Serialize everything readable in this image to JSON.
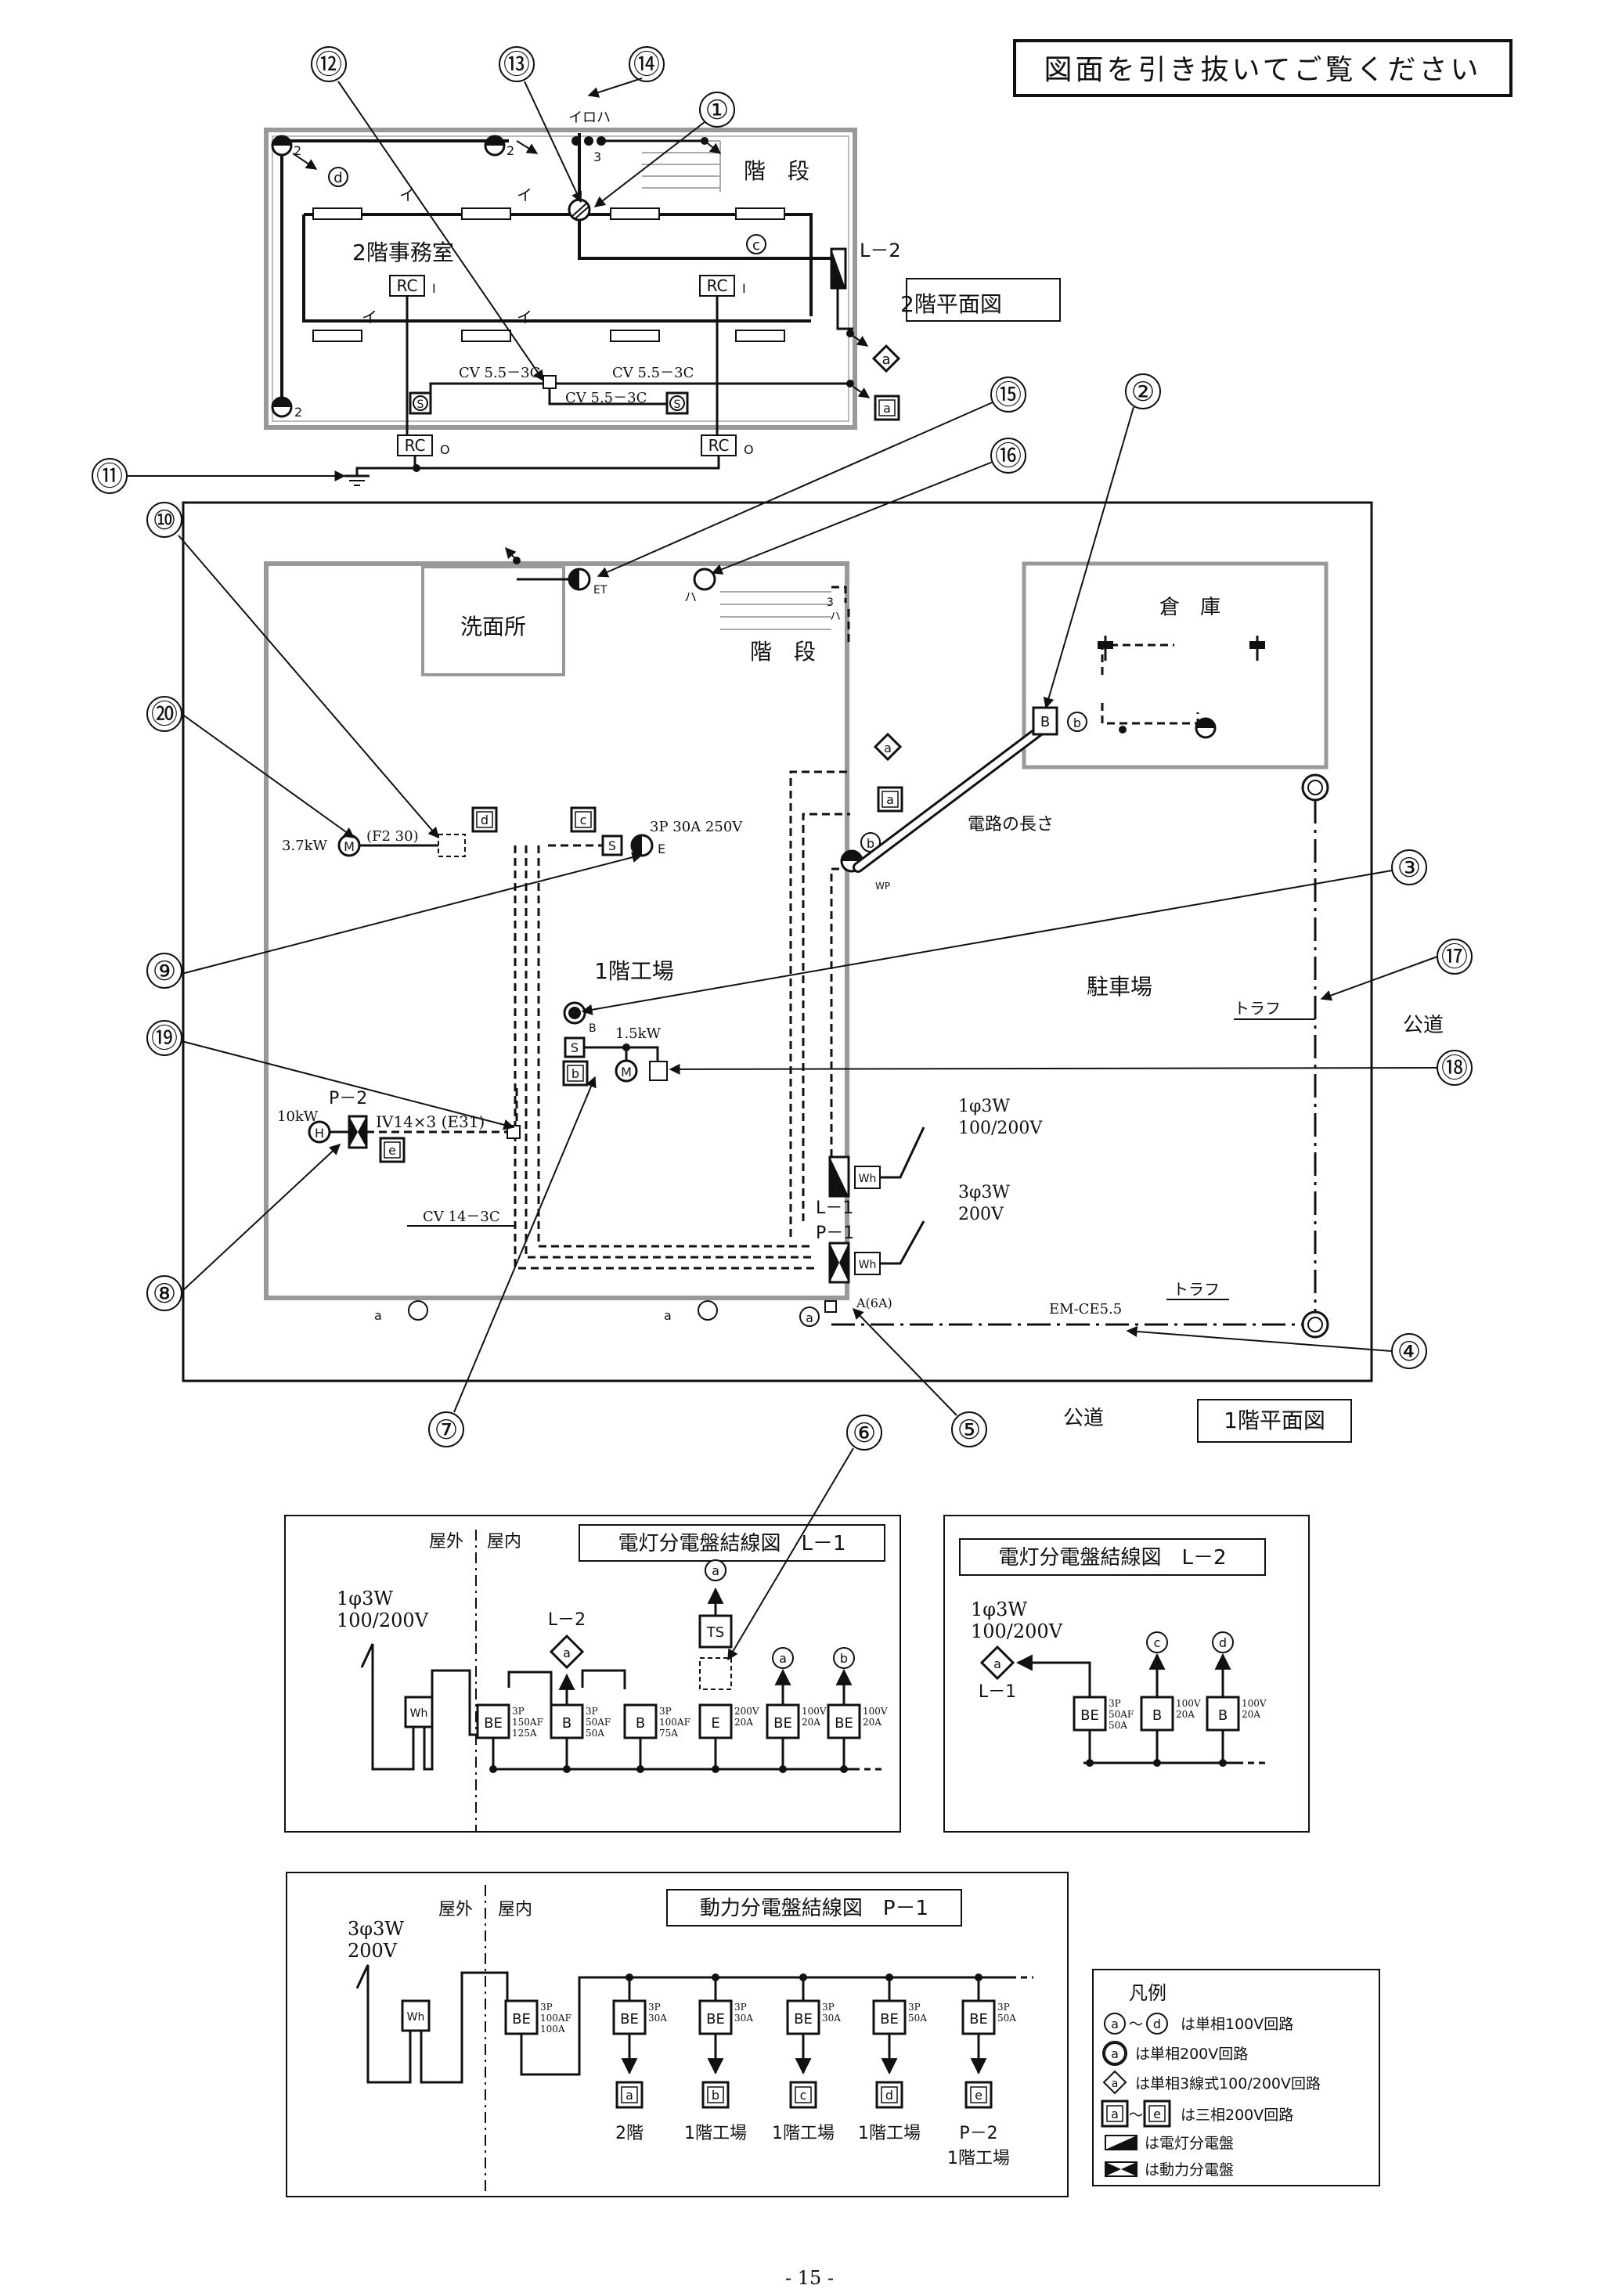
{
  "notice": "図面を引き抜いてご覧ください",
  "page_number": "- 15 -",
  "floor2": {
    "title": "2階平面図",
    "room_office": "2階事務室",
    "stairs": "階　段",
    "panel_label": "L－2",
    "rc_label": "RC",
    "rc_units": [
      {
        "suffix": "I"
      },
      {
        "suffix": "I"
      },
      {
        "suffix": "O"
      },
      {
        "suffix": "O"
      }
    ],
    "switch_labels": [
      "イロハ",
      "3"
    ],
    "fluor_label": "イ",
    "outlet_suffix": "2",
    "cables": [
      "CV 5.5－3C",
      "CV 5.5－3C",
      "CV 5.5－3C"
    ],
    "circles": [
      "d",
      "c"
    ],
    "box_a": "a"
  },
  "floor1": {
    "title": "1階平面図",
    "room_wash": "洗面所",
    "stairs": "階　段",
    "warehouse": "倉　庫",
    "factory": "1階工場",
    "parking": "駐車場",
    "public_road": "公道",
    "trough": "トラフ",
    "circuit_length": "電路の長さ",
    "motor_37": "3.7kW",
    "motor_15": "1.5kW",
    "heater": "10kW",
    "f2": "(F2 30)",
    "outlet_3p": "3P 30A 250V",
    "iv_cable": "IV14×3 (E31)",
    "cv_cable": "CV 14－3C",
    "em_cable": "EM-CE5.5",
    "supply_1": "1φ3W",
    "supply_1v": "100/200V",
    "supply_3": "3φ3W",
    "supply_3v": "200V",
    "panel_l1": "L－1",
    "panel_p1": "P－1",
    "panel_p2": "P－2",
    "wh": "Wh",
    "a6a": "A(6A)",
    "et": "ET",
    "wp": "WP",
    "e_mark": "E",
    "b_mark": "B",
    "ha": "ハ",
    "three": "3",
    "letters": {
      "a": "a",
      "b": "b",
      "c": "c",
      "d": "d",
      "e": "e",
      "B": "B",
      "S": "S",
      "M": "M",
      "H": "H"
    }
  },
  "callouts": [
    "①",
    "②",
    "③",
    "④",
    "⑤",
    "⑥",
    "⑦",
    "⑧",
    "⑨",
    "⑩",
    "⑪",
    "⑫",
    "⑬",
    "⑭",
    "⑮",
    "⑯",
    "⑰",
    "⑱",
    "⑲",
    "⑳"
  ],
  "l1": {
    "title": "電灯分電盤結線図　L－1",
    "outdoor": "屋外",
    "indoor": "屋内",
    "supply": "1φ3W",
    "voltage": "100/200V",
    "wh": "Wh",
    "breakers": [
      {
        "type": "BE",
        "spec": [
          "3P",
          "150AF",
          "125A"
        ]
      },
      {
        "type": "B",
        "spec": [
          "3P",
          "50AF",
          "50A"
        ]
      },
      {
        "type": "B",
        "spec": [
          "3P",
          "100AF",
          "75A"
        ]
      },
      {
        "type": "E",
        "spec": [
          "200V",
          "20A"
        ]
      },
      {
        "type": "BE",
        "spec": [
          "100V",
          "20A"
        ]
      },
      {
        "type": "BE",
        "spec": [
          "100V",
          "20A"
        ]
      }
    ],
    "to_l2": "L－2",
    "ts": "TS",
    "outs": [
      "a",
      "a",
      "a",
      "b"
    ]
  },
  "l2": {
    "title": "電灯分電盤結線図　L－2",
    "supply": "1φ3W",
    "voltage": "100/200V",
    "from_l1": "L－1",
    "breakers": [
      {
        "type": "BE",
        "spec": [
          "3P",
          "50AF",
          "50A"
        ]
      },
      {
        "type": "B",
        "spec": [
          "100V",
          "20A"
        ]
      },
      {
        "type": "B",
        "spec": [
          "100V",
          "20A"
        ]
      }
    ],
    "outs": [
      "a",
      "c",
      "d"
    ]
  },
  "p1": {
    "title": "動力分電盤結線図　P－1",
    "outdoor": "屋外",
    "indoor": "屋内",
    "supply": "3φ3W",
    "voltage": "200V",
    "wh": "Wh",
    "main": {
      "type": "BE",
      "spec": [
        "3P",
        "100AF",
        "100A"
      ]
    },
    "branches": [
      {
        "type": "BE",
        "spec": [
          "3P",
          "30A"
        ],
        "out": "a",
        "dest": "2階",
        "dest2": ""
      },
      {
        "type": "BE",
        "spec": [
          "3P",
          "30A"
        ],
        "out": "b",
        "dest": "1階工場",
        "dest2": ""
      },
      {
        "type": "BE",
        "spec": [
          "3P",
          "30A"
        ],
        "out": "c",
        "dest": "1階工場",
        "dest2": ""
      },
      {
        "type": "BE",
        "spec": [
          "3P",
          "50A"
        ],
        "out": "d",
        "dest": "1階工場",
        "dest2": ""
      },
      {
        "type": "BE",
        "spec": [
          "3P",
          "50A"
        ],
        "out": "e",
        "dest": "P－2",
        "dest2": "1階工場"
      }
    ]
  },
  "legend": {
    "title": "凡例",
    "items": [
      {
        "sym": "ⓐ～ⓓ",
        "text": "は単相100V回路"
      },
      {
        "sym": "ⓐ",
        "text": "は単相200V回路"
      },
      {
        "sym": "◇a",
        "text": "は単相3線式100/200V回路"
      },
      {
        "sym": "a～e",
        "text": "は三相200V回路"
      },
      {
        "sym": "L",
        "text": "は電灯分電盤"
      },
      {
        "sym": "P",
        "text": "は動力分電盤"
      }
    ]
  }
}
